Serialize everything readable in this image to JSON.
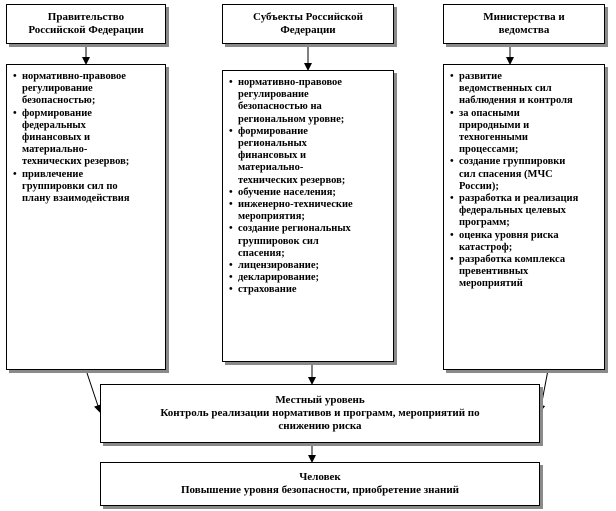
{
  "columns": [
    {
      "title": "Правительство\nРоссийской Федерации",
      "items": [
        "нормативно-правовое\nрегулирование\nбезопасностью;",
        "формирование\nфедеральных\nфинансовых и\nматериально-\nтехнических резервов;",
        "привлечение\nгруппировки сил по\nплану взаимодействия"
      ]
    },
    {
      "title": "Субъекты Российской\nФедерации",
      "items": [
        "нормативно-правовое\nрегулирование\nбезопасностью на\nрегиональном уровне;",
        "формирование\nрегиональных\nфинансовых и\nматериально-\nтехнических резервов;",
        "обучение населения;",
        "инженерно-технические\nмероприятия;",
        "создание региональных\nгруппировок сил\nспасения;",
        "лицензирование;",
        "декларирование;",
        "страхование"
      ]
    },
    {
      "title": "Министерства и\nведомства",
      "items": [
        "развитие\nведомственных сил\nнаблюдения и контроля",
        "за опасными\nприродными и\nтехногенными\nпроцессами;",
        "создание группировки\nсил спасения (МЧС\nРоссии);",
        "разработка и реализация\nфедеральных целевых\nпрограмм;",
        "оценка уровня риска\nкатастроф;",
        "разработка комплекса\nпревентивных\nмероприятий"
      ]
    }
  ],
  "local": {
    "title": "Местный уровень",
    "text": "Контроль реализации нормативов и программ, мероприятий по\nснижению риска"
  },
  "person": {
    "title": "Человек",
    "text": "Повышение уровня безопасности, приобретение знаний"
  }
}
